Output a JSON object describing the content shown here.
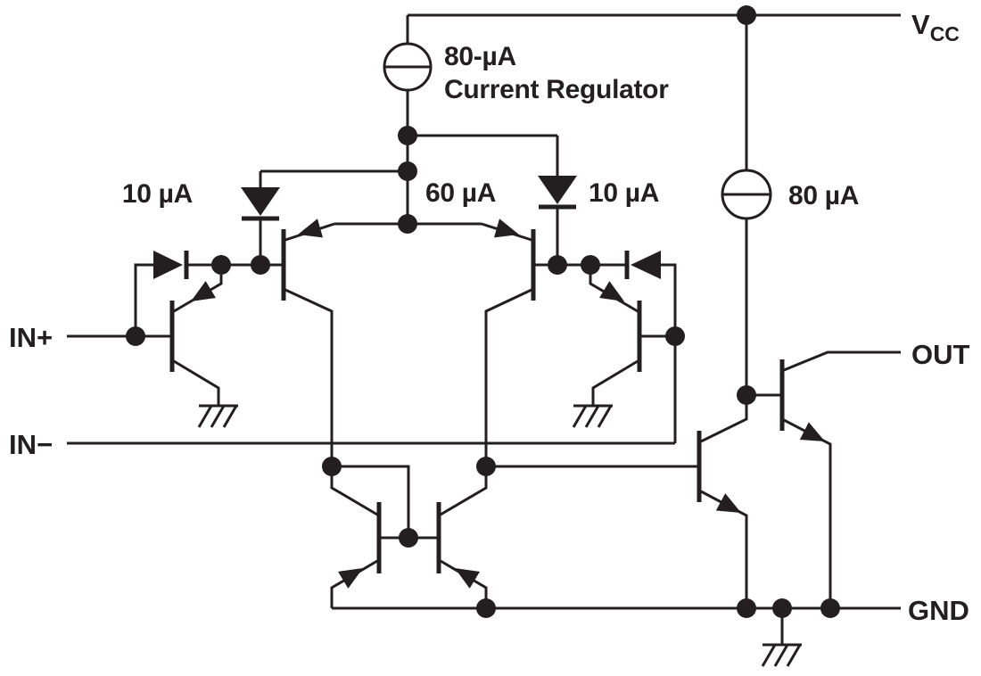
{
  "colors": {
    "ink": "#231f20",
    "background": "#ffffff"
  },
  "pins": {
    "vcc_main": "V",
    "vcc_subscript": "CC",
    "in_plus": "IN+",
    "in_minus": "IN−",
    "out": "OUT",
    "gnd": "GND"
  },
  "annotations": {
    "regulator_value": "80-µA",
    "regulator_name": "Current Regulator",
    "left_input_diode_current": "10 µA",
    "tail_current": "60 µA",
    "right_input_diode_current": "10 µA",
    "output_stage_current": "80 µA"
  }
}
